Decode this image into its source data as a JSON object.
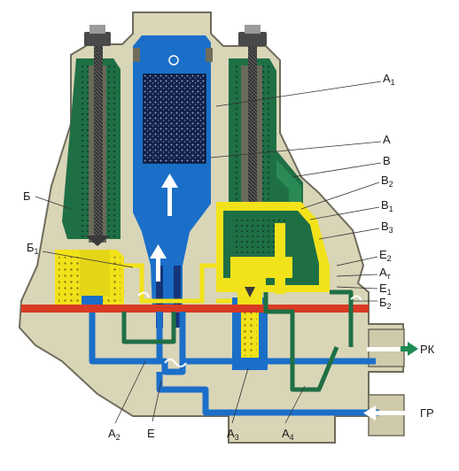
{
  "colors": {
    "body": "#d9d5b7",
    "bodyEdge": "#6f6c5c",
    "chamberWall": "#1f6f45",
    "chamberDots": "#0f3f27",
    "channel": "#1b6fc8",
    "spool": "#f2e21a",
    "gasket": "#d93a24",
    "filter": "#1b2a55",
    "bolt": "#3a3a3a",
    "arrow": "#ffffff",
    "portArrow": "#1c8a52"
  },
  "labels": {
    "A1": {
      "main": "A",
      "sub": "1"
    },
    "A": {
      "main": "A",
      "sub": ""
    },
    "B": {
      "main": "B",
      "sub": ""
    },
    "B2": {
      "main": "B",
      "sub": "2"
    },
    "B1": {
      "main": "B",
      "sub": "1"
    },
    "B3": {
      "main": "B",
      "sub": "3"
    },
    "E2": {
      "main": "E",
      "sub": "2"
    },
    "At": {
      "main": "A",
      "sub": "т"
    },
    "E1": {
      "main": "E",
      "sub": "1"
    },
    "Bcyr2": {
      "main": "Б",
      "sub": "2"
    },
    "Bcyr": {
      "main": "Б",
      "sub": ""
    },
    "Bcyr1": {
      "main": "Б",
      "sub": "1"
    },
    "A2": {
      "main": "A",
      "sub": "2"
    },
    "E": {
      "main": "E",
      "sub": ""
    },
    "A3": {
      "main": "A",
      "sub": "3"
    },
    "A4": {
      "main": "A",
      "sub": "4"
    },
    "RK": {
      "main": "РК",
      "sub": ""
    },
    "GR": {
      "main": "ГР",
      "sub": ""
    }
  },
  "icons": {
    "flow-arrow": "up-arrow",
    "port-arrow": "right-arrow",
    "inlet-arrow": "left-arrow"
  }
}
